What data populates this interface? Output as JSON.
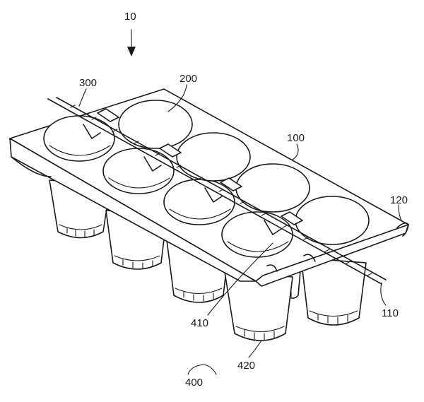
{
  "figure": {
    "labels": {
      "l10": "10",
      "l300": "300",
      "l200": "200",
      "l100": "100",
      "l120": "120",
      "l110": "110",
      "l410": "410",
      "l420": "420",
      "l400": "400"
    },
    "colors": {
      "line": "#1a1a1a",
      "background": "#ffffff"
    }
  }
}
